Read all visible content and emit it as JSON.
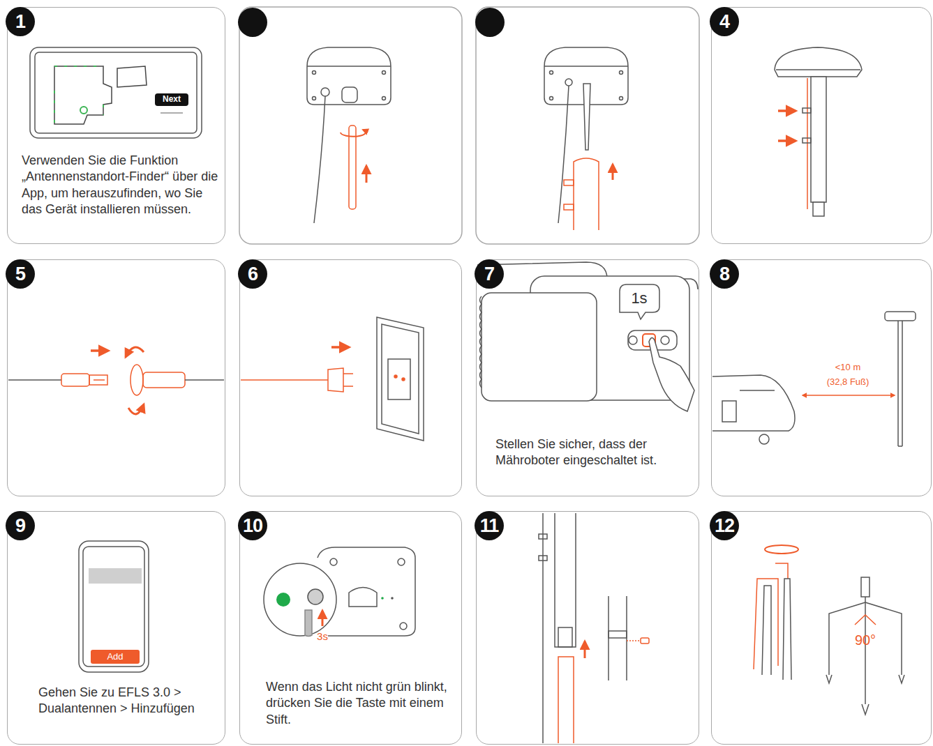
{
  "diagram": {
    "nodes": [
      {
        "text": [
          "1",
          "Verwenden Sie die Funktion „Antennenstandort-Finder“ über die App, um herauszufinden, wo Sie das Gerät installieren müssen."
        ]
      },
      {
        "text": [
          "4"
        ]
      },
      {
        "text": [
          "5"
        ]
      },
      {
        "text": [
          "6"
        ]
      },
      {
        "text": [
          "7",
          "Stellen Sie sicher, dass der Mähroboter eingeschaltet ist."
        ]
      },
      {
        "text": [
          "8"
        ]
      },
      {
        "text": [
          "9",
          "Gehen Sie zu EFLS 3.0 > Dualantennen > Hinzufügen"
        ]
      },
      {
        "text": [
          "10",
          "Wenn das Licht nicht grün blinkt, drücken Sie die Taste mit einem Stift."
        ]
      },
      {
        "text": [
          "11"
        ]
      },
      {
        "text": [
          "12"
        ]
      }
    ],
    "labels": [
      "Next",
      "1s",
      "<10 m",
      "(32,8 Fuß)",
      "Add",
      "3s",
      "90°"
    ]
  }
}
